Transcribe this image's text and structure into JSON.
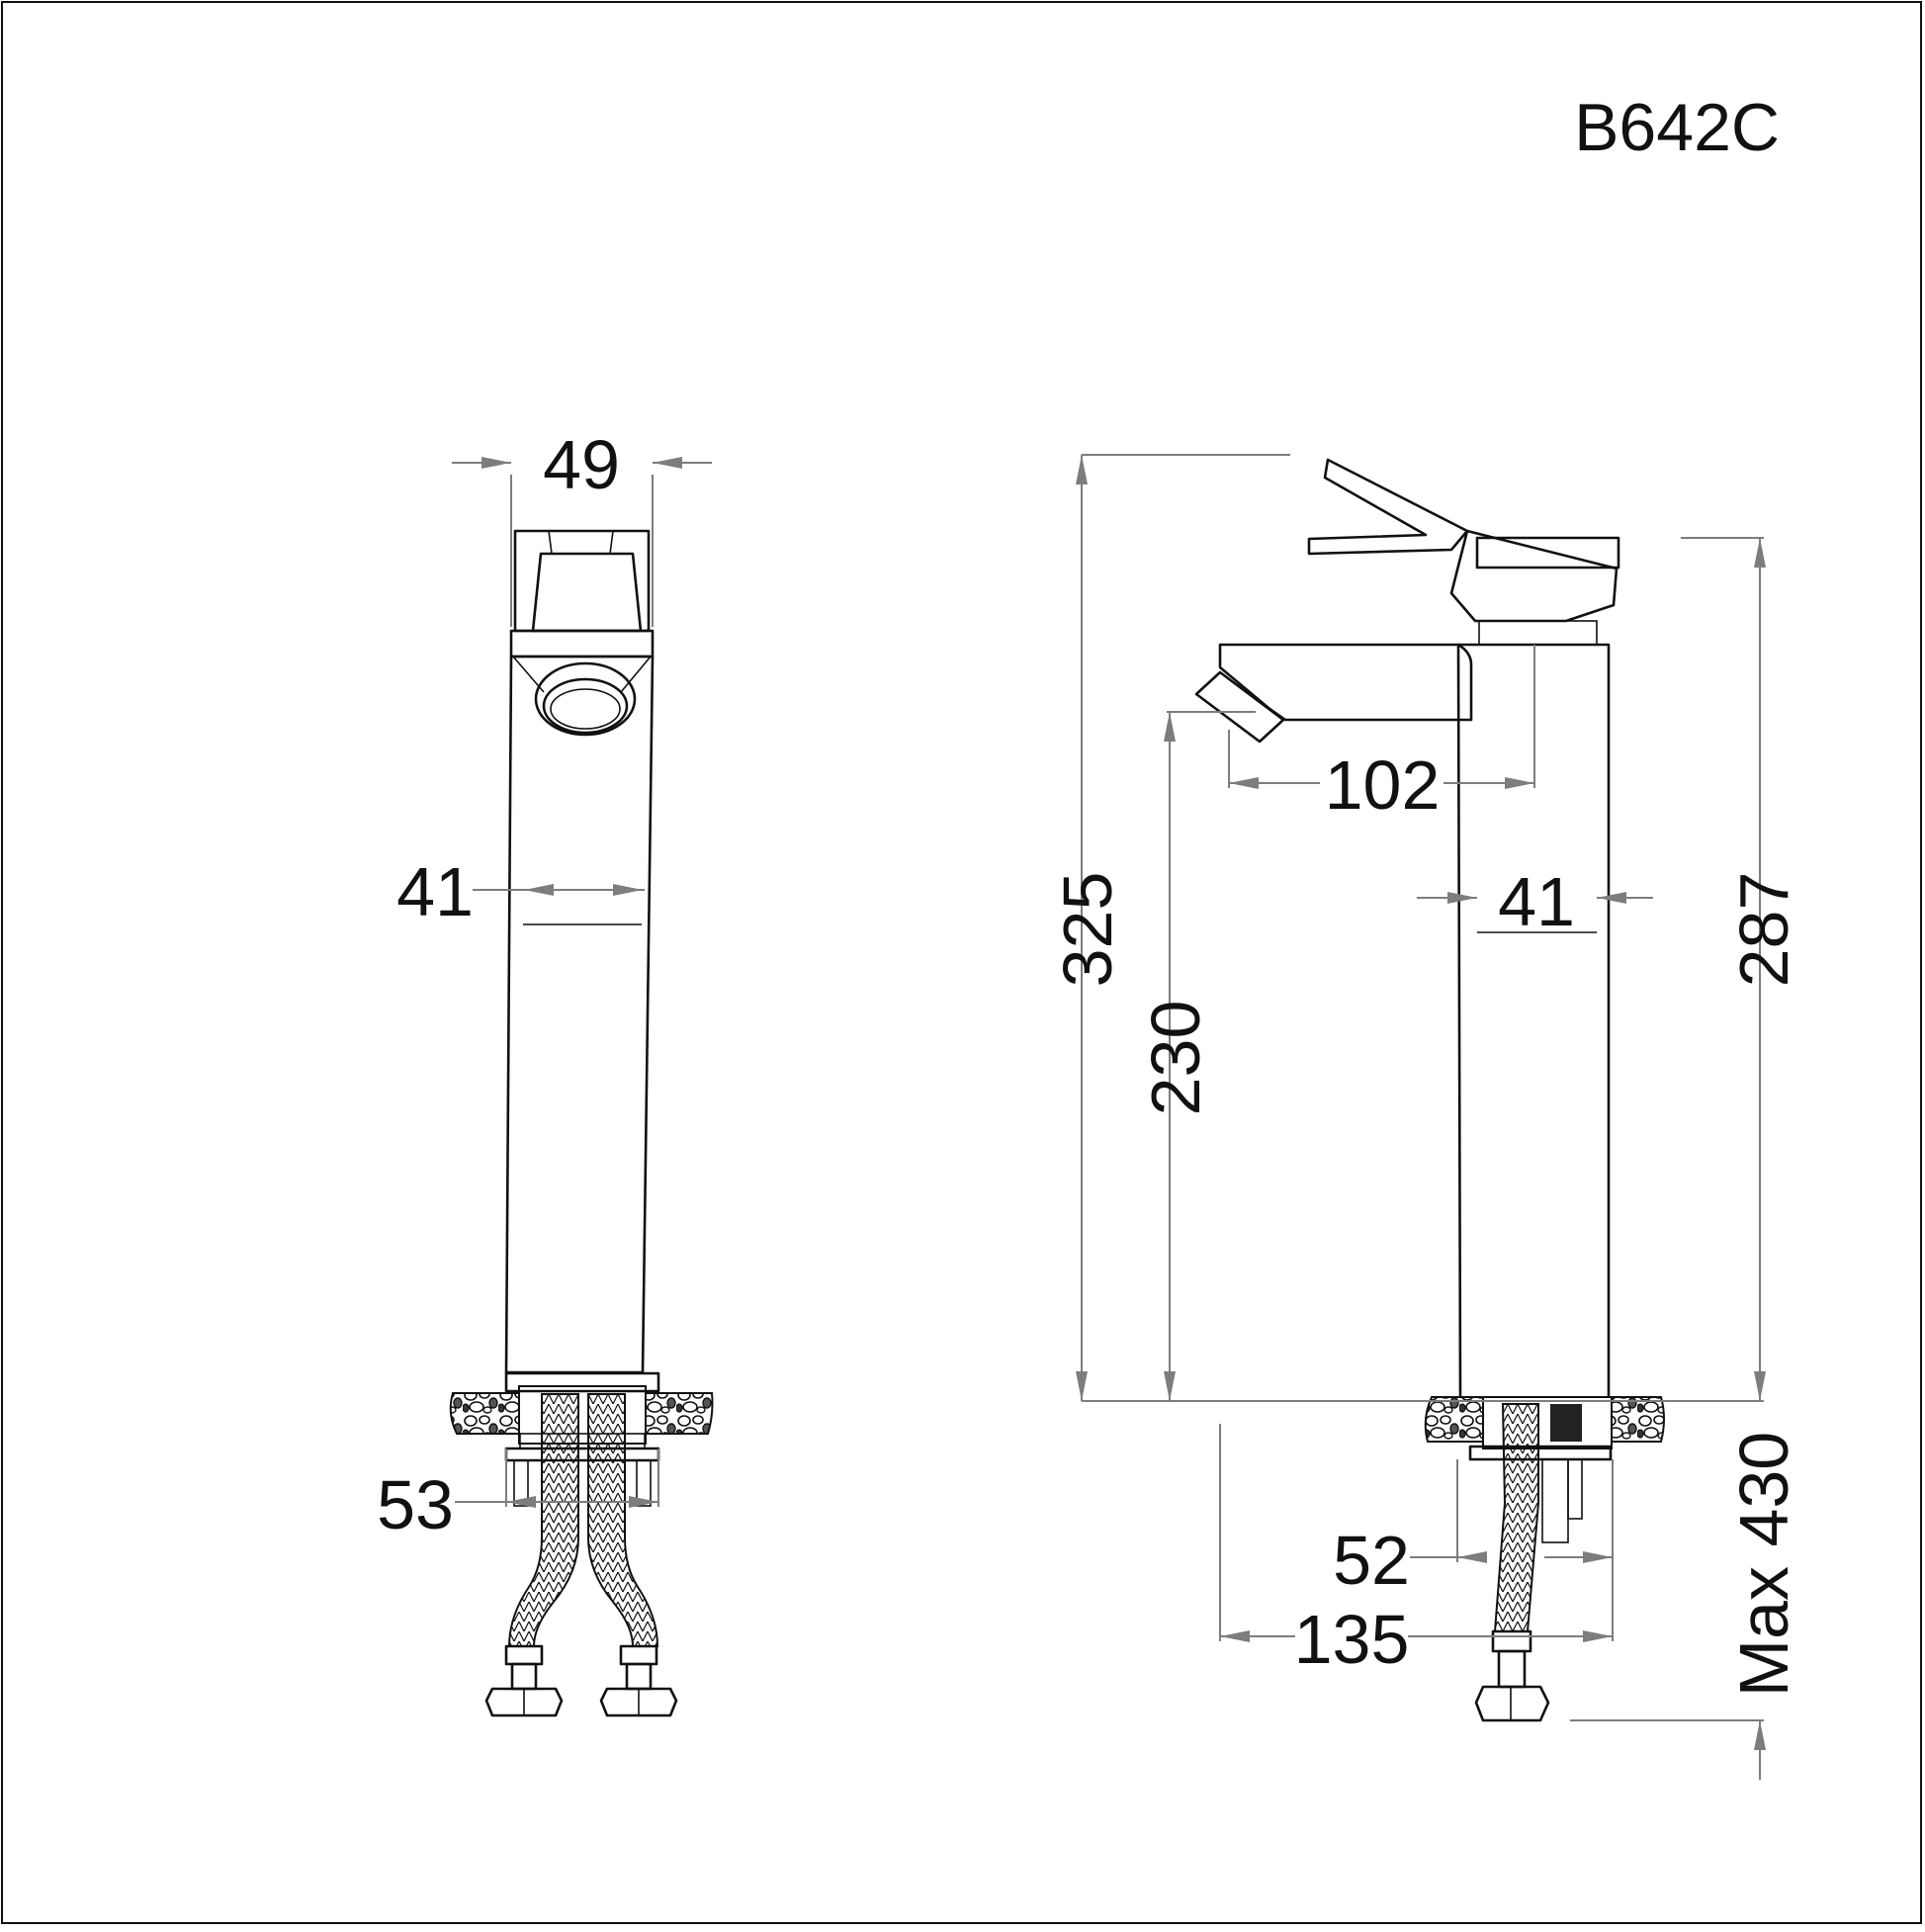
{
  "model_code": "B642C",
  "front_view": {
    "dim_top_width": "49",
    "dim_neck_width": "41",
    "dim_hose_spacing": "53"
  },
  "side_view": {
    "dim_total_height": "325",
    "dim_spout_height": "230",
    "dim_spout_reach": "102",
    "dim_neck_width": "41",
    "dim_body_height": "287",
    "dim_max_hose": "Max 430",
    "dim_base_width": "52",
    "dim_hose_reach": "135"
  }
}
